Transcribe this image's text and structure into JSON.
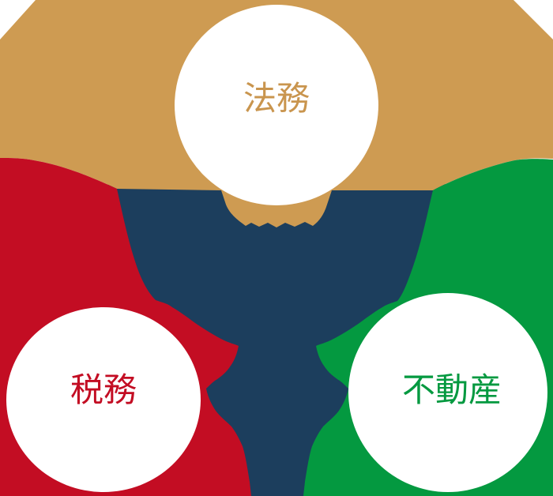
{
  "diagram": {
    "type": "three-circle-convergence",
    "background_color": "#FFFFFF",
    "center_shape_color": "#1C3E5D",
    "nodes": [
      {
        "id": "legal",
        "label": "法務",
        "position": "top",
        "blob_color": "#CE9B52",
        "circle_color": "#FFFFFF",
        "label_color": "#C9954E"
      },
      {
        "id": "tax",
        "label": "税務",
        "position": "bottom-left",
        "blob_color": "#C30D23",
        "circle_color": "#FFFFFF",
        "label_color": "#C30D23"
      },
      {
        "id": "real-estate",
        "label": "不動産",
        "position": "bottom-right",
        "blob_color": "#049940",
        "circle_color": "#FFFFFF",
        "label_color": "#049940"
      }
    ]
  }
}
